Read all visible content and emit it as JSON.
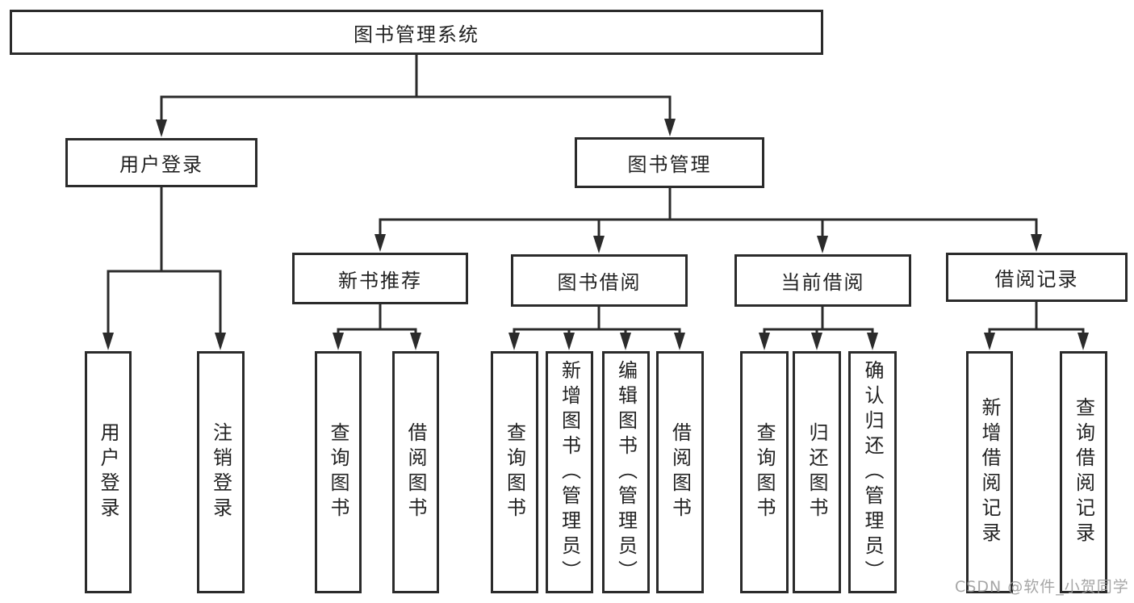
{
  "diagram": {
    "root": {
      "label": "图书管理系统"
    },
    "branches": [
      {
        "label": "用户登录",
        "children": [
          {
            "label": "用户登录"
          },
          {
            "label": "注销登录"
          }
        ]
      },
      {
        "label": "图书管理",
        "children": [
          {
            "label": "新书推荐",
            "children": [
              {
                "label": "查询图书"
              },
              {
                "label": "借阅图书"
              }
            ]
          },
          {
            "label": "图书借阅",
            "children": [
              {
                "label": "查询图书"
              },
              {
                "label": "新增图书（管理员）"
              },
              {
                "label": "编辑图书（管理员）"
              },
              {
                "label": "借阅图书"
              }
            ]
          },
          {
            "label": "当前借阅",
            "children": [
              {
                "label": "查询图书"
              },
              {
                "label": "归还图书"
              },
              {
                "label": "确认归还（管理员）"
              }
            ]
          },
          {
            "label": "借阅记录",
            "children": [
              {
                "label": "新增借阅记录"
              },
              {
                "label": "查询借阅记录"
              }
            ]
          }
        ]
      }
    ]
  },
  "watermark": {
    "text": "CSDN @软件_小贺同学"
  },
  "colors": {
    "border": "#2b2b2b",
    "text": "#222222",
    "background": "#ffffff",
    "watermark": "#9c9c9c"
  }
}
